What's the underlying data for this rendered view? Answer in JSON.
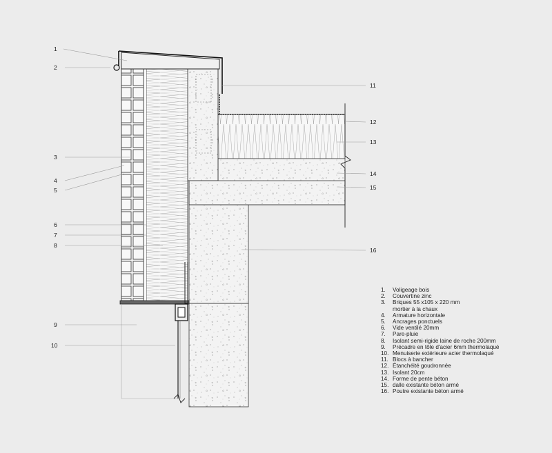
{
  "callouts": {
    "c1": "1",
    "c2": "2",
    "c3": "3",
    "c4": "4",
    "c5": "5",
    "c6": "6",
    "c7": "7",
    "c8": "8",
    "c9": "9",
    "c10": "10",
    "c11": "11",
    "c12": "12",
    "c13": "13",
    "c14": "14",
    "c15": "15",
    "c16": "16"
  },
  "legend": [
    {
      "num": "1.",
      "text": "Voligeage bois"
    },
    {
      "num": "2.",
      "text": "Couvertine zinc"
    },
    {
      "num": "3.",
      "text": "Briques 55 x105 x 220 mm",
      "text2": "mortier à la chaux"
    },
    {
      "num": "4.",
      "text": "Armature horizontale"
    },
    {
      "num": "5.",
      "text": "Ancrages ponctuels"
    },
    {
      "num": "6.",
      "text": "Vide ventilé 20mm"
    },
    {
      "num": "7.",
      "text": "Pare-pluie"
    },
    {
      "num": "8.",
      "text": "Isolant semi-rigide laine de roche 200mm"
    },
    {
      "num": "9.",
      "text": "Précadre en tôle d'acier 6mm thermolaqué"
    },
    {
      "num": "10.",
      "text": "Menuiserie extérieure acier thermolaqué"
    },
    {
      "num": "11.",
      "text": "Blocs à bancher"
    },
    {
      "num": "12.",
      "text": "Étanchéité goudronnée"
    },
    {
      "num": "13.",
      "text": "Isolant 20cm"
    },
    {
      "num": "14.",
      "text": "Forme de pente béton"
    },
    {
      "num": "15.",
      "text": "dalle existante béton armé"
    },
    {
      "num": "16.",
      "text": "Poutre existante béton armé"
    }
  ]
}
